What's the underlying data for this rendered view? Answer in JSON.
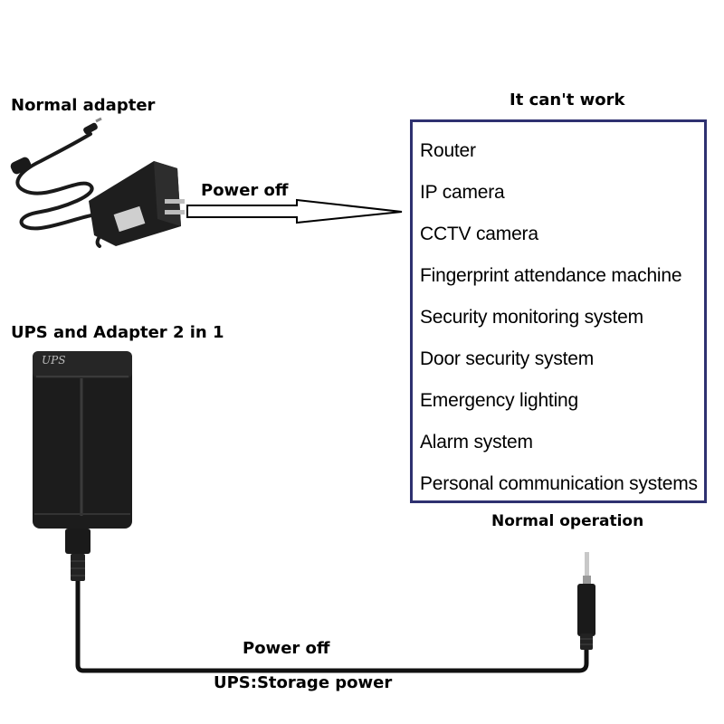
{
  "labels": {
    "normal_adapter": "Normal adapter",
    "power_off_top": "Power off",
    "box_title": "It can't work",
    "ups_adapter": "UPS and Adapter 2 in 1",
    "normal_operation": "Normal operation",
    "power_off_bottom": "Power off",
    "ups_storage": "UPS:Storage power",
    "ups_badge": "UPS"
  },
  "devices": [
    "Router",
    "IP camera",
    "CCTV camera",
    "Fingerprint attendance machine",
    "Security monitoring system",
    "Door security system",
    "Emergency lighting",
    "Alarm system",
    "Personal communication systems"
  ],
  "colors": {
    "box_border": "#2e3170",
    "device_body": "#1c1c1c",
    "text": "#000000"
  }
}
